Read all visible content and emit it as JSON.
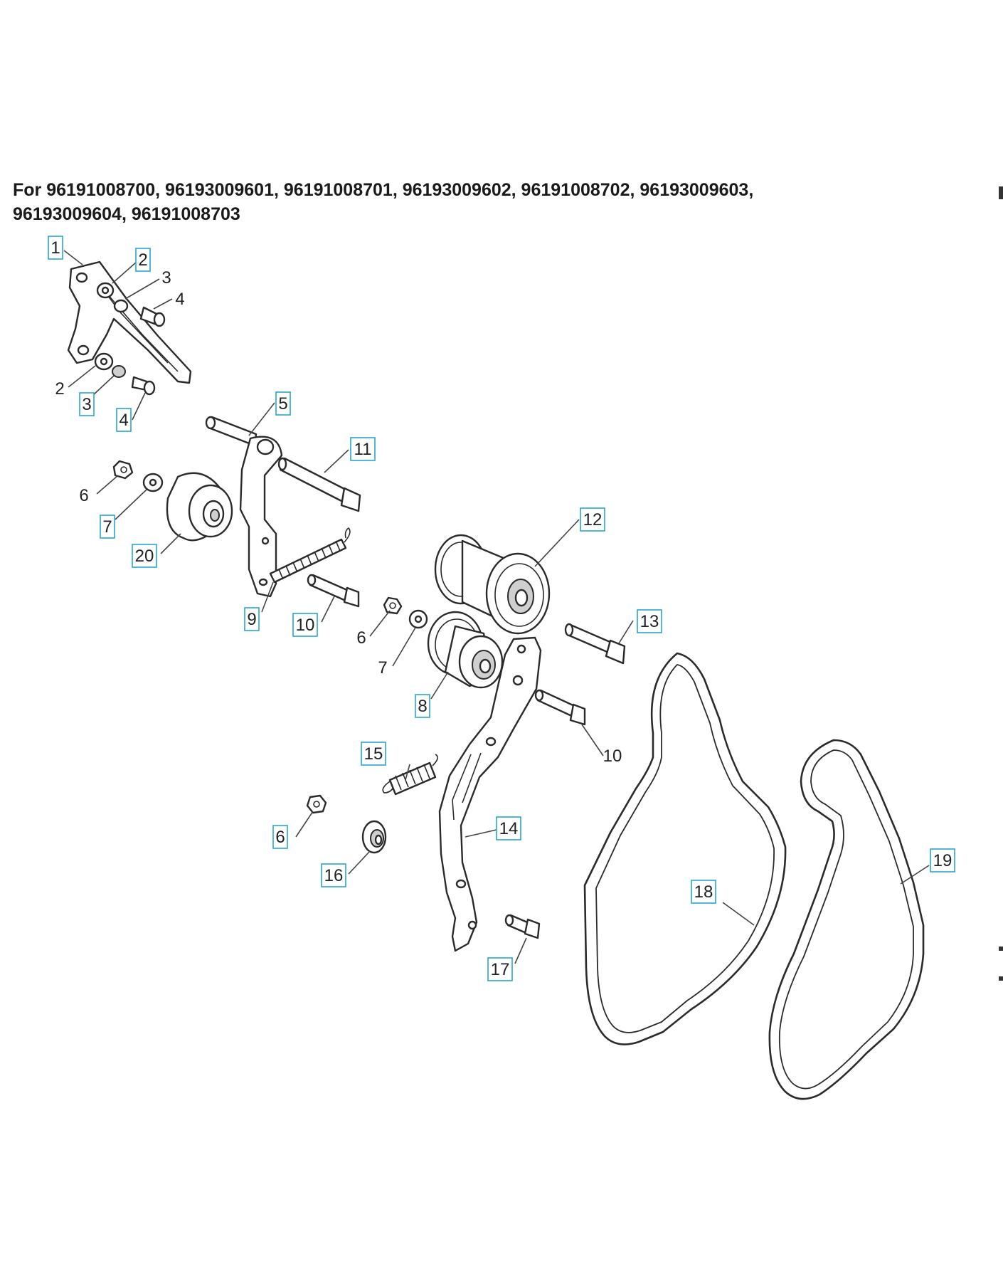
{
  "heading": {
    "line1": "For 96191008700, 96193009601, 96191008701, 96193009602, 96191008702, 96193009603,",
    "line2": "96193009604, 96191008703"
  },
  "callouts": [
    {
      "id": "c1",
      "label": "1",
      "boxed": true
    },
    {
      "id": "c2a",
      "label": "2",
      "boxed": true
    },
    {
      "id": "c3a",
      "label": "3",
      "boxed": false
    },
    {
      "id": "c4a",
      "label": "4",
      "boxed": false
    },
    {
      "id": "c2b",
      "label": "2",
      "boxed": false
    },
    {
      "id": "c3b",
      "label": "3",
      "boxed": true
    },
    {
      "id": "c4b",
      "label": "4",
      "boxed": true
    },
    {
      "id": "c5",
      "label": "5",
      "boxed": true
    },
    {
      "id": "c11",
      "label": "11",
      "boxed": true
    },
    {
      "id": "c6a",
      "label": "6",
      "boxed": false
    },
    {
      "id": "c7a",
      "label": "7",
      "boxed": true
    },
    {
      "id": "c20",
      "label": "20",
      "boxed": true
    },
    {
      "id": "c9",
      "label": "9",
      "boxed": true
    },
    {
      "id": "c10a",
      "label": "10",
      "boxed": true
    },
    {
      "id": "c6b",
      "label": "6",
      "boxed": false
    },
    {
      "id": "c7b",
      "label": "7",
      "boxed": false
    },
    {
      "id": "c12",
      "label": "12",
      "boxed": true
    },
    {
      "id": "c13",
      "label": "13",
      "boxed": true
    },
    {
      "id": "c8",
      "label": "8",
      "boxed": true
    },
    {
      "id": "c10b",
      "label": "10",
      "boxed": false
    },
    {
      "id": "c15",
      "label": "15",
      "boxed": true
    },
    {
      "id": "c6c",
      "label": "6",
      "boxed": true
    },
    {
      "id": "c14",
      "label": "14",
      "boxed": true
    },
    {
      "id": "c16",
      "label": "16",
      "boxed": true
    },
    {
      "id": "c17",
      "label": "17",
      "boxed": true
    },
    {
      "id": "c18",
      "label": "18",
      "boxed": true
    },
    {
      "id": "c19",
      "label": "19",
      "boxed": true
    }
  ]
}
